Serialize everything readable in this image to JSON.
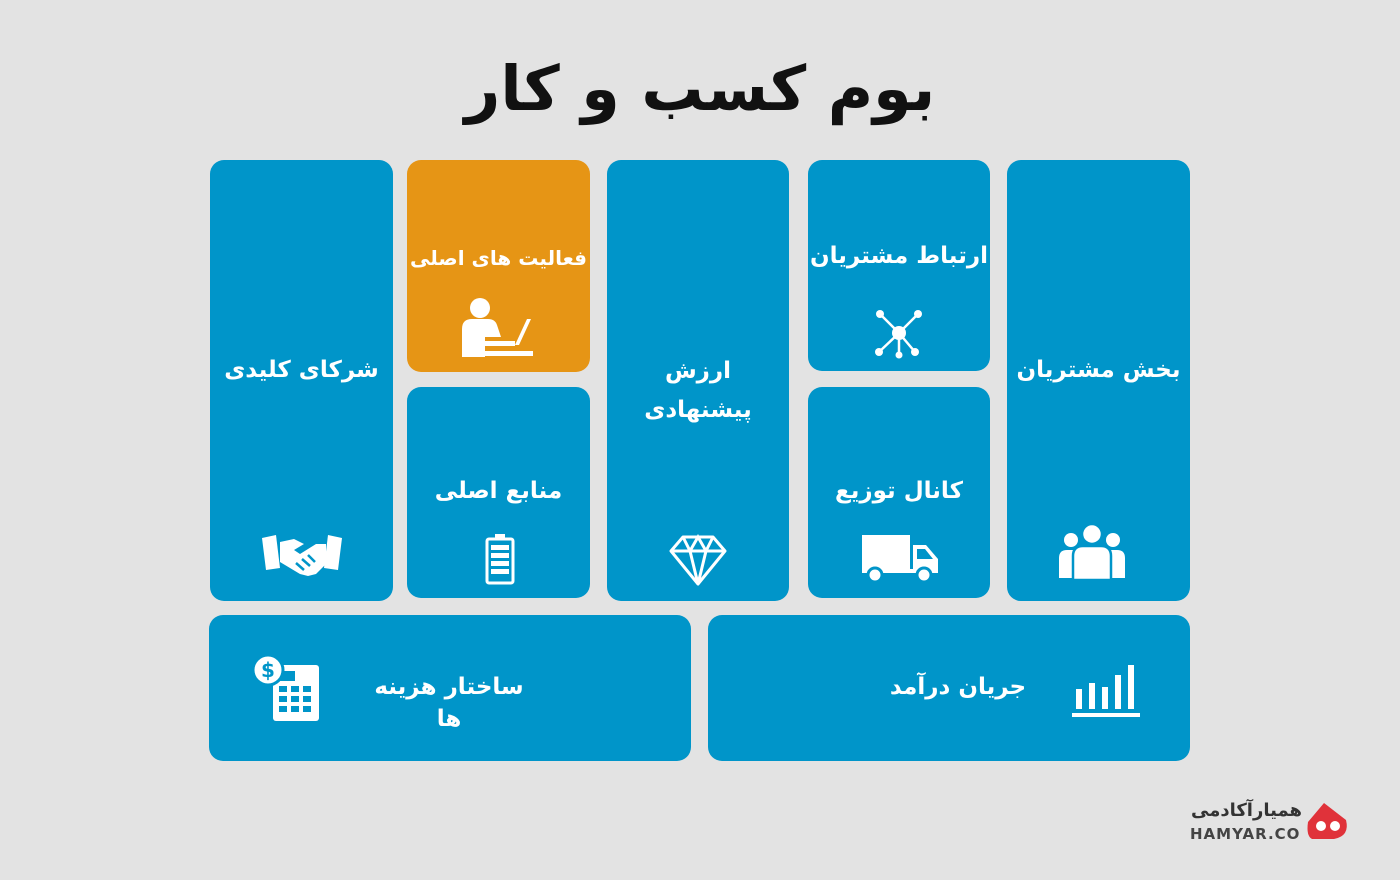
{
  "title": "بوم کسب و کار",
  "blocks": {
    "key_partners": "شرکای کلیدی",
    "key_activities": "فعالیت های اصلی",
    "key_resources": "منابع اصلی",
    "value_propositions_line1": "ارزش",
    "value_propositions_line2": "پیشنهادی",
    "customer_relationships": "ارتباط مشتریان",
    "channels": "کانال توزیع",
    "customer_segments": "بخش مشتریان",
    "cost_structure": "ساختار هزینه ها",
    "revenue_streams": "جریان درآمد"
  },
  "icons": {
    "key_partners": "handshake-icon",
    "key_activities": "person-laptop-icon",
    "key_resources": "battery-icon",
    "value_propositions": "diamond-icon",
    "customer_relationships": "network-icon",
    "channels": "truck-icon",
    "customer_segments": "people-group-icon",
    "cost_structure": "calculator-dollar-icon",
    "revenue_streams": "bar-chart-icon"
  },
  "colors": {
    "blue": "#0095c9",
    "orange": "#e69515",
    "background": "#e3e3e3",
    "logo_red": "#e0323a"
  },
  "logo": {
    "name_fa": "همیارآکادمی",
    "domain": "HAMYAR.CO"
  }
}
